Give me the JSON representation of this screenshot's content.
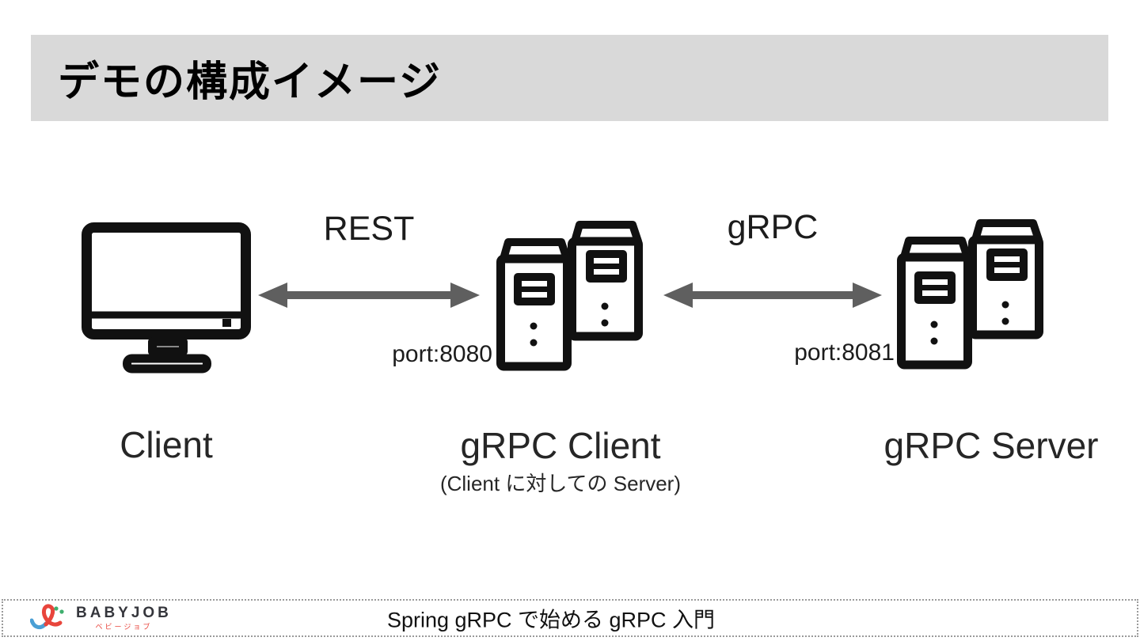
{
  "title": "デモの構成イメージ",
  "nodes": [
    {
      "id": "client",
      "label": "Client",
      "icon": "desktop-computer-icon"
    },
    {
      "id": "grpc-client",
      "label": "gRPC Client",
      "sublabel": "(Client に対しての Server)",
      "port": "port:8080",
      "icon": "server-stack-icon"
    },
    {
      "id": "grpc-server",
      "label": "gRPC Server",
      "port": "port:8081",
      "icon": "server-stack-icon"
    }
  ],
  "connections": [
    {
      "from": "client",
      "to": "grpc-client",
      "label": "REST",
      "style": "double-arrow"
    },
    {
      "from": "grpc-client",
      "to": "grpc-server",
      "label": "gRPC",
      "style": "double-arrow"
    }
  ],
  "footer": {
    "brand": "BABYJOB",
    "brand_sub": "ベビージョブ",
    "text": "Spring gRPC で始める gRPC 入門"
  },
  "colors": {
    "title-bar-bg": "#d9d9d9",
    "arrow": "#5f5f5f",
    "icon-stroke": "#111111",
    "text": "#262626",
    "brand-text": "#35363c",
    "logo-red": "#e8453c",
    "logo-blue": "#4a9fd4",
    "logo-green": "#3faf6e"
  }
}
